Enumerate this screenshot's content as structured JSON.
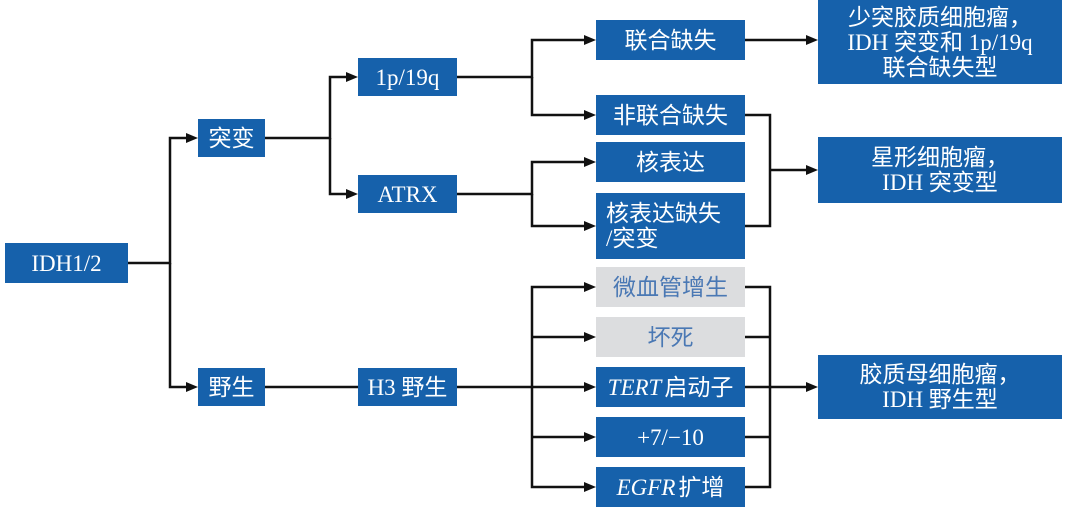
{
  "colors": {
    "box_fill": "#1661ab",
    "box_text": "#ffffff",
    "gray_fill": "#dcdddf",
    "gray_text": "#4a78b4",
    "connector": "#111111"
  },
  "diagram": {
    "root": "IDH1/2",
    "mutant": "突变",
    "wildtype": "野生",
    "codeletion": "1p/19q",
    "atrx": "ATRX",
    "h3_wildtype": "H3 野生",
    "codeleted": "联合缺失",
    "non_codeleted": "非联合缺失",
    "atrx_retained": "核表达",
    "atrx_lost": [
      "核表达缺失",
      "/突变"
    ],
    "wildtype_markers": [
      {
        "text": "微血管增生"
      },
      {
        "text": "坏死"
      },
      {
        "gene": "TERT",
        "text": "启动子"
      },
      {
        "text": "+7/−10"
      },
      {
        "gene": "EGFR",
        "text": "扩增"
      }
    ],
    "outcomes": {
      "oligodendroglioma": [
        "少突胶质细胞瘤，",
        "IDH 突变和 1p/19q",
        "联合缺失型"
      ],
      "astrocytoma": [
        "星形细胞瘤，",
        "IDH 突变型"
      ],
      "glioblastoma": [
        "胶质母细胞瘤，",
        "IDH 野生型"
      ]
    }
  }
}
